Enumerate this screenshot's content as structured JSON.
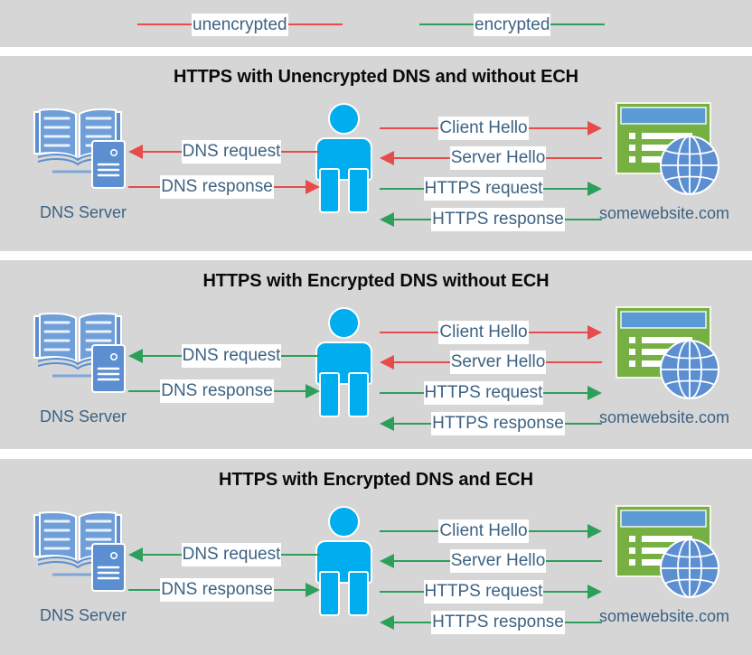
{
  "colors": {
    "unencrypted": "#e84b4b",
    "encrypted": "#2ca05a",
    "panel_bg": "#d6d6d6",
    "page_bg": "#ffffff",
    "label_text": "#3d6283",
    "person": "#00adef",
    "server_blue": "#5b8fd1",
    "site_green": "#76b043",
    "site_titlebar": "#5b9bd5",
    "globe": "#5b8fd1",
    "title_text": "#0a0a0a"
  },
  "legend": {
    "items": [
      {
        "label": "unencrypted",
        "color_key": "unencrypted"
      },
      {
        "label": "encrypted",
        "color_key": "encrypted"
      }
    ]
  },
  "panels": [
    {
      "title": "HTTPS with Unencrypted DNS and without ECH",
      "dns_server_label": "DNS Server",
      "website_label": "somewebsite.com",
      "left_messages": [
        {
          "label": "DNS request",
          "direction": "left",
          "encryption": "unencrypted"
        },
        {
          "label": "DNS response",
          "direction": "right",
          "encryption": "unencrypted"
        }
      ],
      "right_messages": [
        {
          "label": "Client Hello",
          "direction": "right",
          "encryption": "unencrypted"
        },
        {
          "label": "Server Hello",
          "direction": "left",
          "encryption": "unencrypted"
        },
        {
          "label": "HTTPS request",
          "direction": "right",
          "encryption": "encrypted"
        },
        {
          "label": "HTTPS response",
          "direction": "left",
          "encryption": "encrypted"
        }
      ]
    },
    {
      "title": "HTTPS with Encrypted DNS without ECH",
      "dns_server_label": "DNS Server",
      "website_label": "somewebsite.com",
      "left_messages": [
        {
          "label": "DNS request",
          "direction": "left",
          "encryption": "encrypted"
        },
        {
          "label": "DNS response",
          "direction": "right",
          "encryption": "encrypted"
        }
      ],
      "right_messages": [
        {
          "label": "Client Hello",
          "direction": "right",
          "encryption": "unencrypted"
        },
        {
          "label": "Server Hello",
          "direction": "left",
          "encryption": "unencrypted"
        },
        {
          "label": "HTTPS request",
          "direction": "right",
          "encryption": "encrypted"
        },
        {
          "label": "HTTPS response",
          "direction": "left",
          "encryption": "encrypted"
        }
      ]
    },
    {
      "title": "HTTPS with Encrypted DNS and ECH",
      "dns_server_label": "DNS Server",
      "website_label": "somewebsite.com",
      "left_messages": [
        {
          "label": "DNS request",
          "direction": "left",
          "encryption": "encrypted"
        },
        {
          "label": "DNS response",
          "direction": "right",
          "encryption": "encrypted"
        }
      ],
      "right_messages": [
        {
          "label": "Client Hello",
          "direction": "right",
          "encryption": "encrypted"
        },
        {
          "label": "Server Hello",
          "direction": "left",
          "encryption": "encrypted"
        },
        {
          "label": "HTTPS request",
          "direction": "right",
          "encryption": "encrypted"
        },
        {
          "label": "HTTPS response",
          "direction": "left",
          "encryption": "encrypted"
        }
      ]
    }
  ]
}
